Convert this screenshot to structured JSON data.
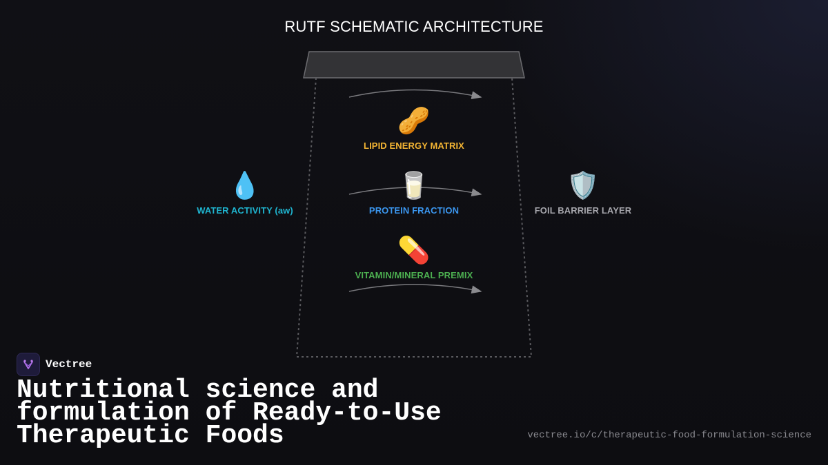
{
  "diagram": {
    "title": "RUTF SCHEMATIC ARCHITECTURE",
    "center_nodes": [
      {
        "icon": "🥜",
        "icon_name": "peanut-icon",
        "label": "LIPID ENERGY MATRIX",
        "color": "#f4b533"
      },
      {
        "icon": "🥛",
        "icon_name": "milk-glass-icon",
        "label": "PROTEIN FRACTION",
        "color": "#3b97f0"
      },
      {
        "icon": "💊",
        "icon_name": "pill-icon",
        "label": "VITAMIN/MINERAL PREMIX",
        "color": "#4caf50"
      }
    ],
    "left_node": {
      "icon": "💧",
      "icon_name": "water-drop-icon",
      "label": "WATER ACTIVITY (aw)",
      "color": "#1fb5d0"
    },
    "right_node": {
      "icon": "🛡️",
      "icon_name": "shield-icon",
      "label": "FOIL BARRIER LAYER",
      "color": "#a6a6ac"
    }
  },
  "footer": {
    "brand": "Vectree",
    "headline_lines": [
      "Nutritional science and",
      "formulation of Ready-to-Use",
      "Therapeutic Foods"
    ],
    "url": "vectree.io/c/therapeutic-food-formulation-science"
  }
}
